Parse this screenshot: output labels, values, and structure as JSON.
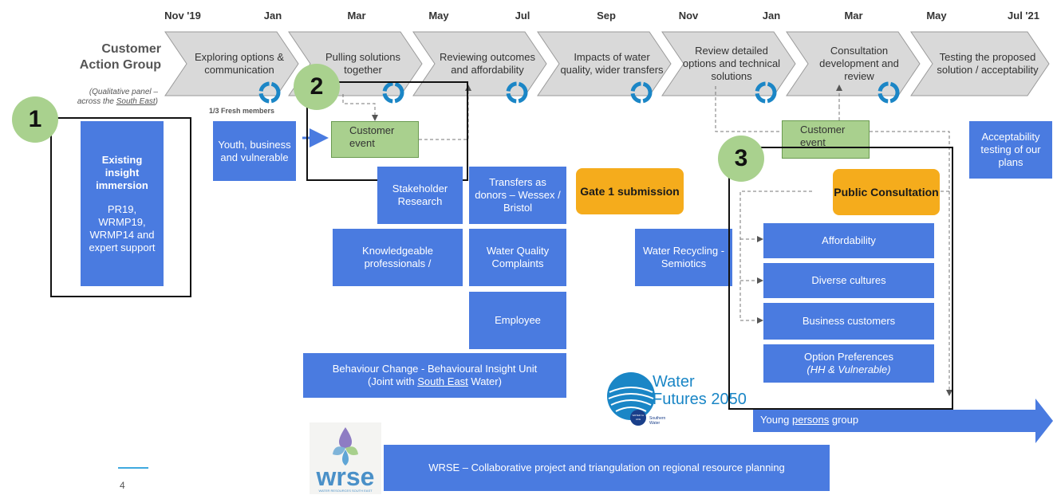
{
  "timeline": {
    "months": [
      "Nov '19",
      "Jan",
      "Mar",
      "May",
      "Jul",
      "Sep",
      "Nov",
      "Jan",
      "Mar",
      "May",
      "Jul '21"
    ],
    "phases": [
      "Exploring options & communication",
      "Pulling solutions together",
      "Reviewing outcomes and affordability",
      "Impacts of water quality, wider transfers",
      "Review detailed options and technical solutions",
      "Consultation development and review",
      "Testing the proposed solution / acceptability"
    ]
  },
  "cag": {
    "title": "Customer Action Group",
    "subtitle_prefix": "(Qualitative panel – across the ",
    "subtitle_link": "South East",
    "subtitle_suffix": ")"
  },
  "markers": [
    "1",
    "2",
    "3"
  ],
  "existing_insight": {
    "title": "Existing insight immersion",
    "body": "PR19, WRMP19, WRMP14 and expert support"
  },
  "fresh_members": "1/3 Fresh members",
  "youth": "Youth, business and vulnerable",
  "customer_event_1": "Customer event",
  "customer_event_2": "Customer event",
  "stakeholder": "Stakeholder Research",
  "transfers": "Transfers as donors – Wessex / Bristol",
  "knowledgeable": "Knowledgeable professionals /",
  "water_quality": "Water Quality Complaints",
  "employee": "Employee",
  "behaviour": {
    "line1": "Behaviour Change - Behavioural Insight Unit",
    "line2_prefix": "(Joint with ",
    "line2_link": "South East",
    "line2_suffix": " Water)"
  },
  "gate1": "Gate 1 submission",
  "water_recycling": "Water Recycling - Semiotics",
  "public_consultation": "Public Consultation",
  "consultation_items": [
    {
      "label": "Affordability",
      "sub": ""
    },
    {
      "label": "Diverse cultures",
      "sub": ""
    },
    {
      "label": "Business customers",
      "sub": ""
    },
    {
      "label": "Option Preferences",
      "sub": "(HH & Vulnerable)"
    }
  ],
  "acceptability": "Acceptability testing of our plans",
  "young_persons": {
    "prefix": "Young ",
    "link": "persons",
    "suffix": " group"
  },
  "water_futures": {
    "line1": "Water",
    "line2": "Futures 2050",
    "badge": "WATER for LIFE",
    "badge_sub": "Southern Water"
  },
  "wrse": {
    "logo": "wrse",
    "tagline": "WATER RESOURCES SOUTH EAST",
    "banner": "WRSE – Collaborative project and triangulation on regional resource planning"
  },
  "page_number": "4",
  "colors": {
    "box_blue": "#4a7be0",
    "orange": "#f5ac1c",
    "green": "#a9d08e",
    "marker_green": "#a9d18e",
    "chevron_grey": "#d9d9d9"
  }
}
